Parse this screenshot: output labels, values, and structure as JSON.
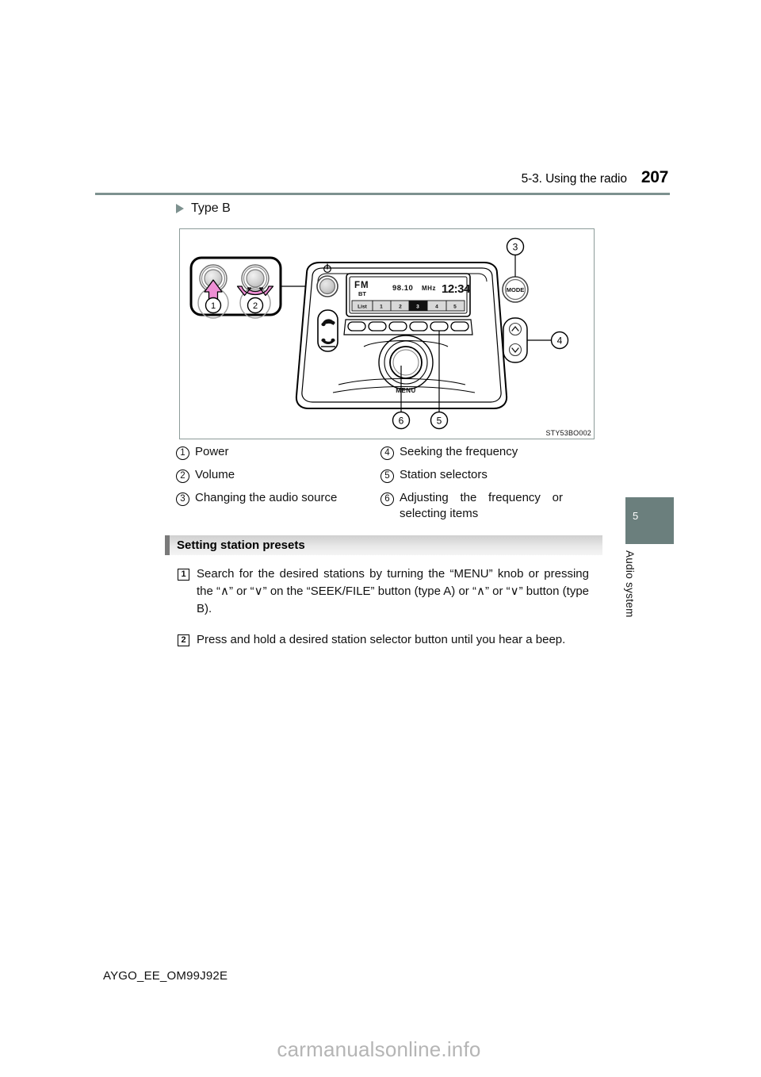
{
  "header": {
    "section": "5-3. Using the radio",
    "page_number": "207"
  },
  "type_label": {
    "marker": "triangle-right-icon",
    "text": "Type B"
  },
  "figure": {
    "code": "STY53BO002",
    "display": {
      "band": "FM",
      "bt": "BT",
      "frequency": "98.10",
      "unit": "MHz",
      "clock": "12:34",
      "presets": [
        "List",
        "1",
        "2",
        "3",
        "4",
        "5"
      ],
      "active_preset_index": 3
    },
    "buttons": {
      "mode": "MODE",
      "menu": "MENU",
      "power_icon": "power-icon",
      "seek_up_icon": "chevron-up-icon",
      "seek_down_icon": "chevron-down-icon",
      "phone_off_hook_icon": "phone-answer-icon",
      "phone_on_hook_icon": "phone-hangup-icon"
    },
    "callouts": [
      "1",
      "2",
      "3",
      "4",
      "5",
      "6"
    ],
    "inset": {
      "arrow_press": "arrow-up-icon",
      "arrow_rotate": "arrow-rotate-icon",
      "accent_color": "#ee8fd4"
    }
  },
  "legend": {
    "left": [
      {
        "num": "1",
        "text": "Power"
      },
      {
        "num": "2",
        "text": "Volume"
      },
      {
        "num": "3",
        "text": "Changing the audio source"
      }
    ],
    "right": [
      {
        "num": "4",
        "text": "Seeking the frequency"
      },
      {
        "num": "5",
        "text": "Station selectors"
      },
      {
        "num": "6",
        "text": "Adjusting the frequency or selecting items"
      }
    ]
  },
  "section": {
    "title": "Setting station presets",
    "steps": [
      {
        "num": "1",
        "text": "Search for the desired stations by turning the “MENU” knob or pressing the “∧” or “∨” on the “SEEK/FILE” button (type A) or “∧” or “∨” button (type B)."
      },
      {
        "num": "2",
        "text": "Press and hold a desired station selector button until you hear a beep."
      }
    ]
  },
  "chapter_tab": {
    "number": "5",
    "name": "Audio system",
    "color": "#6b7f7d"
  },
  "footer": {
    "code": "AYGO_EE_OM99J92E",
    "watermark": "carmanualsonline.info"
  }
}
